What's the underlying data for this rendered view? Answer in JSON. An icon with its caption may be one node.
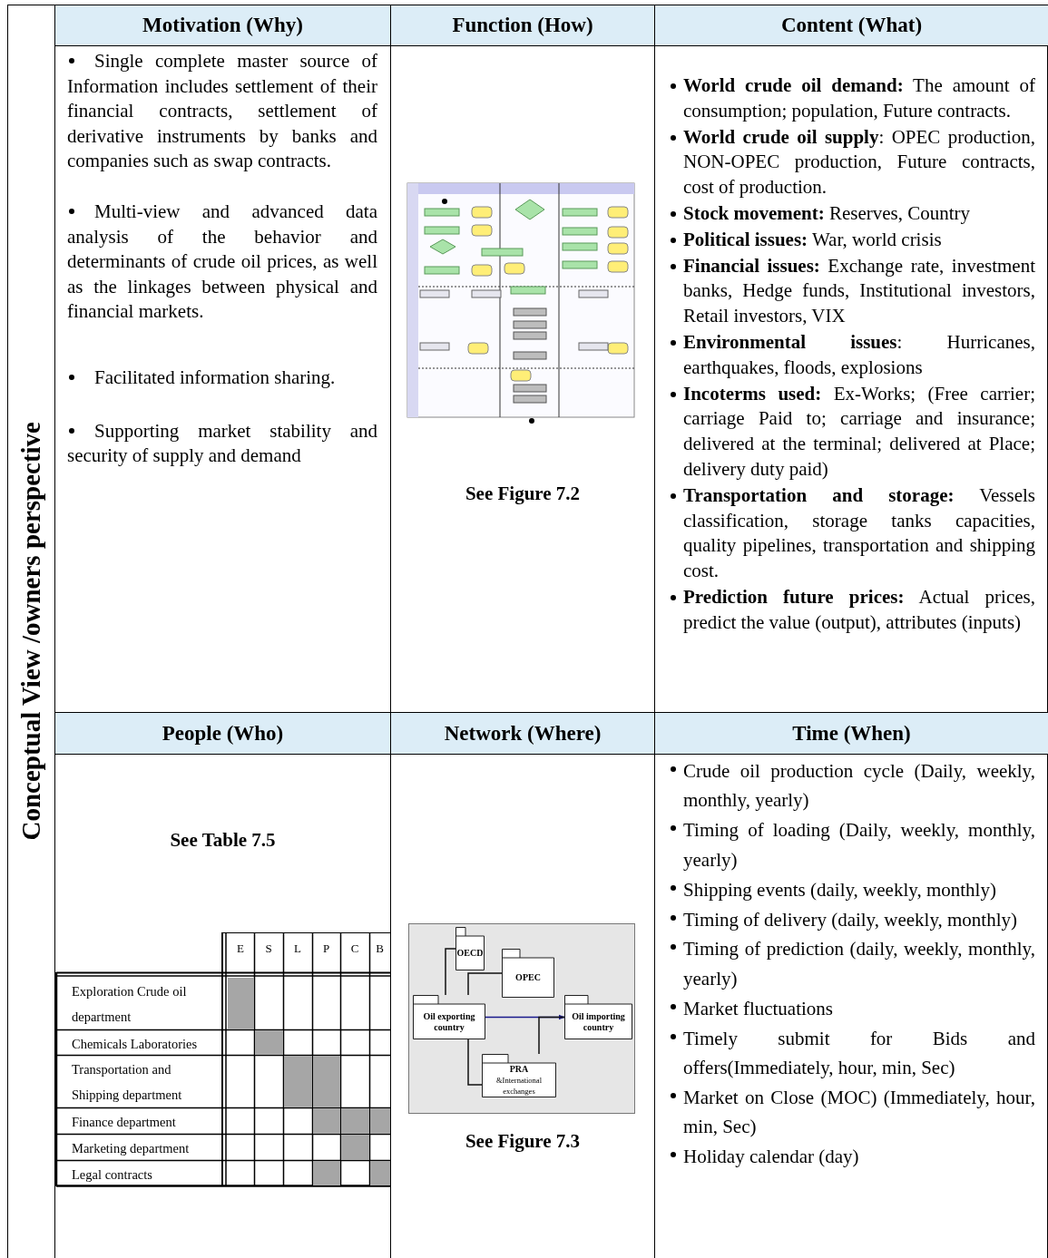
{
  "diagram": {
    "nodes": [
      {
        "text": [
          "OECD"
        ]
      },
      {
        "text": [
          "OPEC"
        ]
      },
      {
        "text": [
          "Oil exporting country"
        ]
      },
      {
        "text": [
          "Oil importing country"
        ]
      },
      {
        "text": [
          "PRA",
          "&International exchanges"
        ]
      }
    ],
    "edges": [
      {
        "from": 2,
        "to": 0,
        "arrow": "none"
      },
      {
        "from": 2,
        "to": 1,
        "arrow": "none"
      },
      {
        "from": 2,
        "to": 3,
        "arrow": "to",
        "color": "#1a1a8c"
      },
      {
        "from": 2,
        "to": 4,
        "arrow": "none"
      },
      {
        "from": 4,
        "to": 3,
        "arrow": "none"
      }
    ],
    "labels": [
      "Conceptual View /owners perspective",
      "Motivation (Why)",
      "Function (How)",
      "Content (What)",
      "Single complete master source of Information includes settlement of their financial contracts, settlement of derivative instruments by banks and companies such as swap contracts.",
      "Multi-view and advanced data analysis of the behavior and determinants of crude oil prices, as well as the linkages between physical and financial markets.",
      "Facilitated information sharing.",
      "Supporting market stability and security of supply and demand",
      "See Figure 7.2",
      "**World crude oil demand:** The amount of consumption; population, Future contracts.",
      "**World crude oil supply**: OPEC production, NON-OPEC production, Future contracts, cost of production.",
      "**Stock movement:** Reserves, Country",
      "**Political issues:** War, world crisis",
      "**Financial issues:** Exchange rate, investment banks, Hedge funds, Institutional investors, Retail investors, VIX",
      "**Environmental issues**: Hurricanes, earthquakes, floods, explosions",
      "**Incoterms used:** Ex-Works; (Free carrier; carriage Paid to; carriage and insurance; delivered at the terminal; delivered at Place; delivery duty paid)",
      "**Transportation and storage:** Vessels classification, storage tanks capacities, quality pipelines, transportation and shipping cost.",
      "**Prediction future prices:** Actual prices, predict the value (output), attributes (inputs)",
      "People (Who)",
      "Network (Where)",
      "Time (When)",
      "See Table 7.5",
      "E",
      "S",
      "L",
      "P",
      "C",
      "B",
      "Exploration Crude oil department",
      "Chemicals Laboratories",
      "Transportation and Shipping department",
      "Finance department",
      "Marketing department",
      "Legal contracts",
      "See Figure 7.3",
      "Crude oil production cycle (Daily, weekly, monthly, yearly)",
      "Timing of loading (Daily, weekly, monthly, yearly)",
      "Shipping events (daily, weekly, monthly)",
      "Timing of delivery (daily, weekly, monthly)",
      "Timing of prediction (daily, weekly, monthly, yearly)",
      "Market fluctuations",
      "Timely submit for Bids and offers(Immediately, hour, min, Sec)",
      "Market on Close (MOC) (Immediately, hour, min, Sec)",
      "Holiday calendar (day)"
    ]
  }
}
